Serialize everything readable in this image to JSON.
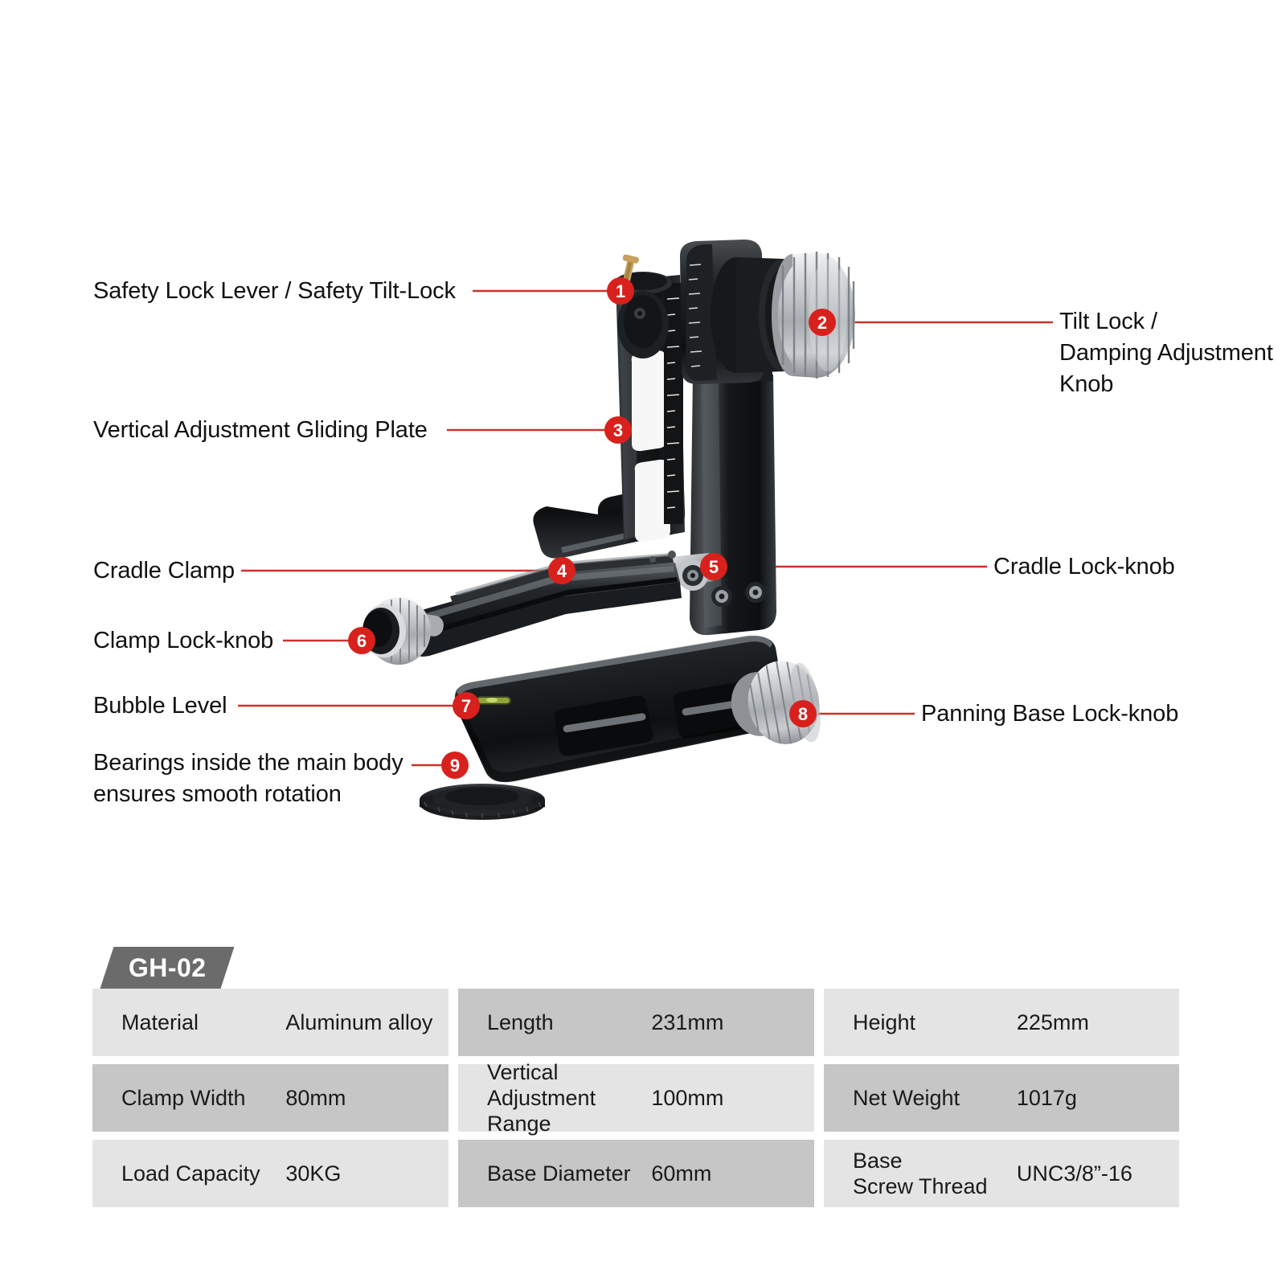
{
  "product": {
    "model": "GH-02",
    "type": "gimbal-tripod-head"
  },
  "colors": {
    "marker_red": "#d8211d",
    "leader_line": "#c8342c",
    "badge_bg": "#6b6b6b",
    "cell_light": "#e4e4e4",
    "cell_dark": "#c6c6c6"
  },
  "callouts": [
    {
      "number": "1",
      "label": "Safety Lock Lever / Safety Tilt-Lock",
      "side": "left"
    },
    {
      "number": "2",
      "label": "Tilt Lock /\nDamping Adjustment Knob",
      "side": "right"
    },
    {
      "number": "3",
      "label": "Vertical Adjustment Gliding Plate",
      "side": "left"
    },
    {
      "number": "4",
      "label": "Cradle Clamp",
      "side": "left"
    },
    {
      "number": "5",
      "label": "Cradle Lock-knob",
      "side": "right"
    },
    {
      "number": "6",
      "label": "Clamp Lock-knob",
      "side": "left"
    },
    {
      "number": "7",
      "label": "Bubble Level",
      "side": "left"
    },
    {
      "number": "8",
      "label": "Panning Base Lock-knob",
      "side": "right"
    },
    {
      "number": "9",
      "label": "Bearings inside the main body\nensures smooth rotation",
      "side": "left"
    }
  ],
  "spec_table": {
    "title": "GH-02",
    "rows": [
      [
        {
          "key": "Material",
          "value": "Aluminum alloy",
          "shade": "light"
        },
        {
          "key": "Length",
          "value": "231mm",
          "shade": "dark"
        },
        {
          "key": "Height",
          "value": "225mm",
          "shade": "light"
        }
      ],
      [
        {
          "key": "Clamp Width",
          "value": "80mm",
          "shade": "dark"
        },
        {
          "key": "Vertical\nAdjustment Range",
          "value": "100mm",
          "shade": "light"
        },
        {
          "key": "Net Weight",
          "value": "1017g",
          "shade": "dark"
        }
      ],
      [
        {
          "key": "Load Capacity",
          "value": "30KG",
          "shade": "light"
        },
        {
          "key": "Base Diameter",
          "value": "60mm",
          "shade": "dark"
        },
        {
          "key": "Base\nScrew Thread",
          "value": "UNC3/8”-16",
          "shade": "light"
        }
      ]
    ]
  }
}
